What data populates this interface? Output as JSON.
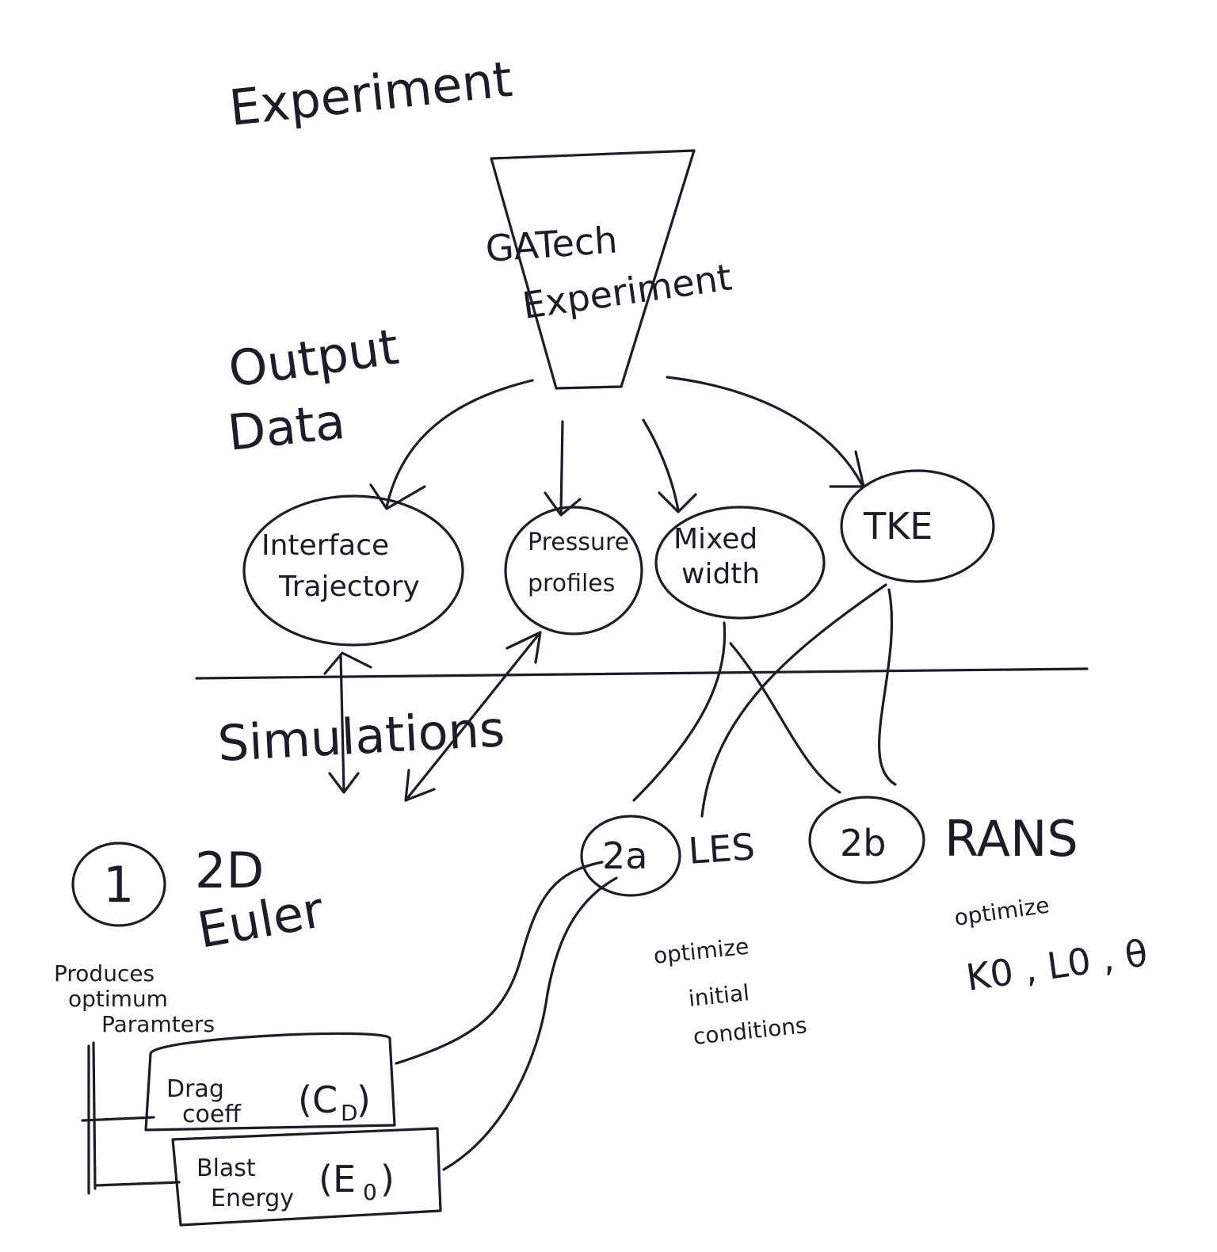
{
  "diagram": {
    "sections": {
      "experiment": "Experiment",
      "output_data_line1": "Output",
      "output_data_line2": "Data",
      "simulations": "Simulations"
    },
    "funnel": {
      "line1": "GATech",
      "line2": "Experiment"
    },
    "outputs": {
      "interface_line1": "Interface",
      "interface_line2": "Trajectory",
      "pressure_line1": "Pressure",
      "pressure_line2": "profiles",
      "mixed_line1": "Mixed",
      "mixed_line2": "width",
      "tke": "TKE"
    },
    "simulations": {
      "euler": {
        "marker": "1",
        "line1": "2D",
        "line2": "Euler",
        "note_line1": "Produces",
        "note_line2": "optimum",
        "note_line3": "Paramters",
        "param1_line1": "Drag",
        "param1_line2": "coeff",
        "param1_symbol": "(C",
        "param1_sub": "D",
        "param1_close": ")",
        "param2_line1": "Blast",
        "param2_line2": "Energy",
        "param2_symbol": "(E",
        "param2_sub": "0",
        "param2_close": ")"
      },
      "les": {
        "marker": "2a",
        "label": "LES",
        "note_line1": "optimize",
        "note_line2": "initial",
        "note_line3": "conditions"
      },
      "rans": {
        "marker": "2b",
        "label": "RANS",
        "note_line1": "optimize",
        "note_line2": "K0 , L0 , θ"
      }
    }
  }
}
